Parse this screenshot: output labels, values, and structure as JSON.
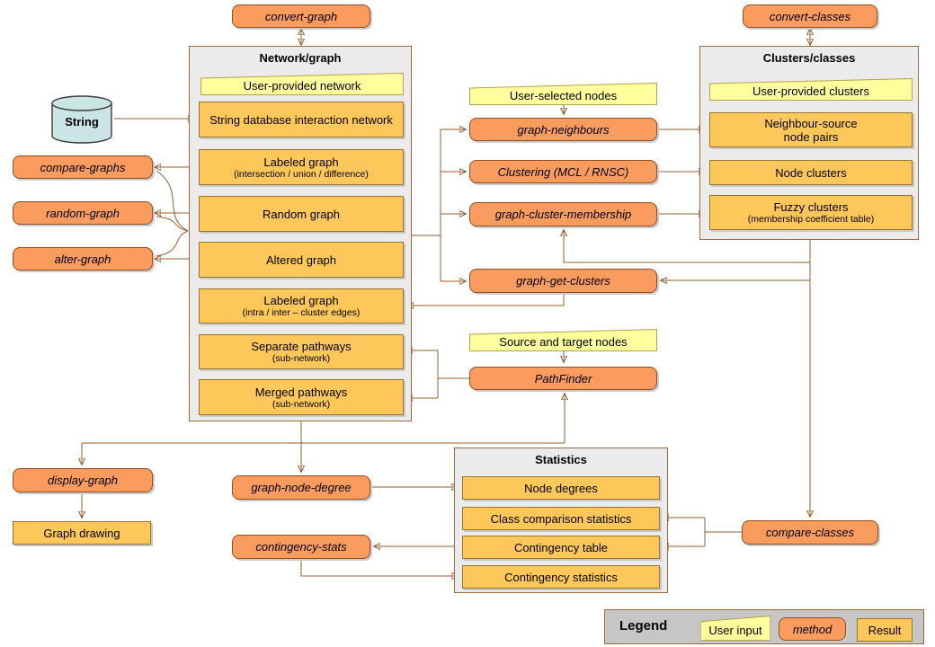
{
  "colors": {
    "line": "#9a5b2e",
    "method_fill": "#f99c5e",
    "result_fill": "#fdc75a",
    "input_fill": "#ffff9e",
    "container_fill": "#ebebeb",
    "legend_fill": "#c6c6c6",
    "cylinder_fill": "#cbe5e4"
  },
  "database": {
    "label": "String"
  },
  "containers": {
    "network": {
      "title": "Network/graph"
    },
    "clusters": {
      "title": "Clusters/classes"
    },
    "statistics": {
      "title": "Statistics"
    }
  },
  "methods": {
    "convert_graph": "convert-graph",
    "convert_classes": "convert-classes",
    "compare_graphs": "compare-graphs",
    "random_graph": "random-graph",
    "alter_graph": "alter-graph",
    "graph_neighbours": "graph-neighbours",
    "clustering": "Clustering (MCL / RNSC)",
    "graph_cluster_membership": "graph-cluster-membership",
    "graph_get_clusters": "graph-get-clusters",
    "pathfinder": "PathFinder",
    "display_graph": "display-graph",
    "graph_node_degree": "graph-node-degree",
    "contingency_stats": "contingency-stats",
    "compare_classes": "compare-classes"
  },
  "inputs": {
    "user_provided_network": "User-provided network",
    "user_selected_nodes": "User-selected nodes",
    "user_provided_clusters": "User-provided clusters",
    "source_and_target_nodes": "Source and target nodes"
  },
  "results": {
    "string_network": {
      "label": "String database interaction network"
    },
    "labeled_graph_set": {
      "label": "Labeled graph",
      "sub": "(intersection / union / difference)"
    },
    "random_graph": {
      "label": "Random graph"
    },
    "altered_graph": {
      "label": "Altered graph"
    },
    "labeled_graph_cluster": {
      "label": "Labeled graph",
      "sub": "(intra / inter – cluster edges)"
    },
    "separate_pathways": {
      "label": "Separate pathways",
      "sub": "(sub-network)"
    },
    "merged_pathways": {
      "label": "Merged pathways",
      "sub": "(sub-network)"
    },
    "neighbour_source_pairs": {
      "label": "Neighbour-source",
      "label2": "node pairs"
    },
    "node_clusters": {
      "label": "Node clusters"
    },
    "fuzzy_clusters": {
      "label": "Fuzzy clusters",
      "sub": "(membership coefficient table)"
    },
    "graph_drawing": {
      "label": "Graph drawing"
    },
    "node_degrees": {
      "label": "Node degrees"
    },
    "class_comparison_statistics": {
      "label": "Class comparison statistics"
    },
    "contingency_table": {
      "label": "Contingency table"
    },
    "contingency_statistics": {
      "label": "Contingency statistics"
    }
  },
  "legend": {
    "title": "Legend",
    "user_input": "User input",
    "method": "method",
    "result": "Result"
  }
}
